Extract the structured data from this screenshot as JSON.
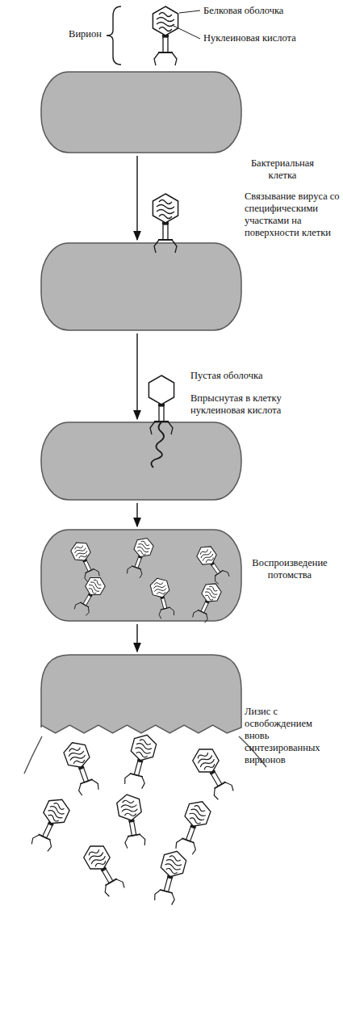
{
  "diagram": {
    "nodes": [
      {
        "text": [
          "Бактериальная клетка"
        ]
      },
      {
        "text": [
          "Связывание вируса со специфическими участками на поверхности клетки"
        ]
      },
      {
        "text": [
          "Впрыснутая в клетку нуклеиновая кислота"
        ]
      },
      {
        "text": [
          "Воспроизведение потомства"
        ]
      },
      {
        "text": [
          "Лизис с освобождением вновь синтезированных вирионов"
        ]
      }
    ],
    "edges": [
      {
        "from": 0,
        "to": 1,
        "arrow": "to"
      },
      {
        "from": 1,
        "to": 2,
        "arrow": "to"
      },
      {
        "from": 2,
        "to": 3,
        "arrow": "to"
      },
      {
        "from": 3,
        "to": 4,
        "arrow": "to"
      }
    ],
    "labels": [
      "Белковая оболочка",
      "Вирион",
      "Нуклеиновая кислота",
      "Пустая оболочка"
    ]
  }
}
